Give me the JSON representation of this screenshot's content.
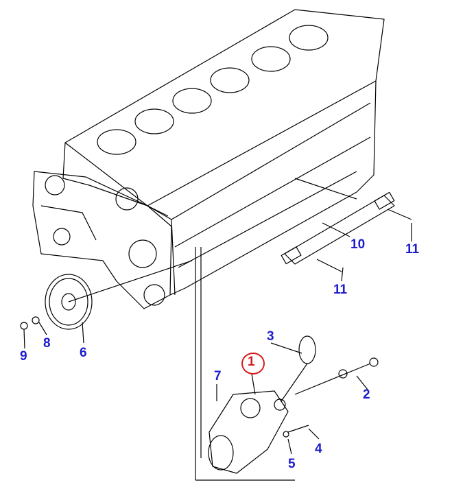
{
  "diagram": {
    "type": "exploded-parts-diagram",
    "label_color": "#1c1ccc",
    "highlight_color": "#d61a1a",
    "selected_callout": "1",
    "callouts": [
      {
        "id": "c1",
        "text": "1"
      },
      {
        "id": "c2",
        "text": "2"
      },
      {
        "id": "c3",
        "text": "3"
      },
      {
        "id": "c4",
        "text": "4"
      },
      {
        "id": "c5",
        "text": "5"
      },
      {
        "id": "c6",
        "text": "6"
      },
      {
        "id": "c7",
        "text": "7"
      },
      {
        "id": "c8",
        "text": "8"
      },
      {
        "id": "c9",
        "text": "9"
      },
      {
        "id": "c10",
        "text": "10"
      },
      {
        "id": "c11a",
        "text": "11"
      },
      {
        "id": "c11b",
        "text": "11"
      }
    ]
  }
}
